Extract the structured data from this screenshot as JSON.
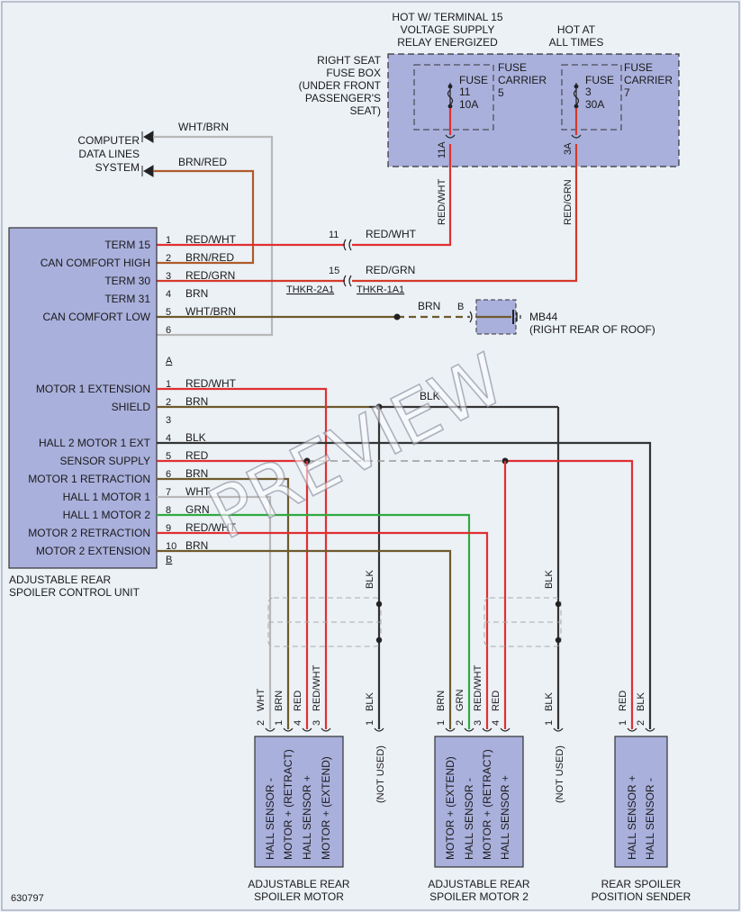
{
  "figure_id": "630797",
  "watermark": "PREVIEW",
  "colors": {
    "background": "#ecf1f6",
    "module_fill": "#a9b0dc",
    "border": "#333333",
    "red": "#e03030",
    "red_wht": "#e03030",
    "brn": "#6e5a2c",
    "brn_red": "#b05a2a",
    "blk": "#333333",
    "wht": "#b8b8b8",
    "grn": "#2faa40",
    "red_grn": "#d23a2a"
  },
  "fuse_box": {
    "header_left": [
      "HOT W/ TERMINAL 15",
      "VOLTAGE SUPPLY",
      "RELAY ENERGIZED"
    ],
    "header_right": [
      "HOT AT",
      "ALL TIMES"
    ],
    "location": [
      "RIGHT SEAT",
      "FUSE BOX",
      "(UNDER FRONT",
      "PASSENGER'S",
      "SEAT)"
    ],
    "fuse1": {
      "label": "FUSE",
      "number": "11",
      "rating": "10A",
      "carrier_label": [
        "FUSE",
        "CARRIER"
      ],
      "carrier_num": "5",
      "terminal": "11A"
    },
    "fuse2": {
      "label": "FUSE",
      "number": "3",
      "rating": "30A",
      "carrier_label": [
        "FUSE",
        "CARRIER"
      ],
      "carrier_num": "7",
      "terminal": "3A"
    }
  },
  "data_lines": {
    "label": [
      "COMPUTER",
      "DATA LINES",
      "SYSTEM"
    ],
    "wire1": "WHT/BRN",
    "wire2": "BRN/RED"
  },
  "vertical_wires": {
    "fuse1": "RED/WHT",
    "fuse2": "RED/GRN"
  },
  "connectors": {
    "c1": {
      "pin": "11",
      "wire": "RED/WHT"
    },
    "c2": {
      "pin": "15",
      "wire": "RED/GRN"
    },
    "left_label": "THKR-2A1",
    "right_label": "THKR-1A1"
  },
  "ground": {
    "wire": "BRN",
    "pin": "B",
    "name": "MB44",
    "location": "(RIGHT REAR OF ROOF)"
  },
  "control_unit": {
    "name": [
      "ADJUSTABLE REAR",
      "SPOILER CONTROL UNIT"
    ],
    "connector_a": "A",
    "connector_b": "B",
    "group_a": [
      {
        "pin": "1",
        "label": "TERM 15",
        "wire": "RED/WHT"
      },
      {
        "pin": "2",
        "label": "CAN COMFORT HIGH",
        "wire": "BRN/RED"
      },
      {
        "pin": "3",
        "label": "TERM 30",
        "wire": "RED/GRN"
      },
      {
        "pin": "4",
        "label": "TERM 31",
        "wire": "BRN"
      },
      {
        "pin": "5",
        "label": "CAN COMFORT LOW",
        "wire": "WHT/BRN"
      },
      {
        "pin": "6",
        "label": "",
        "wire": ""
      }
    ],
    "group_b": [
      {
        "pin": "1",
        "label": "MOTOR 1 EXTENSION",
        "wire": "RED/WHT"
      },
      {
        "pin": "2",
        "label": "SHIELD",
        "wire": "BRN"
      },
      {
        "pin": "3",
        "label": "",
        "wire": ""
      },
      {
        "pin": "4",
        "label": "HALL 2 MOTOR 1 EXT",
        "wire": "BLK"
      },
      {
        "pin": "5",
        "label": "SENSOR SUPPLY",
        "wire": "RED"
      },
      {
        "pin": "6",
        "label": "MOTOR 1 RETRACTION",
        "wire": "BRN"
      },
      {
        "pin": "7",
        "label": "HALL 1 MOTOR 1",
        "wire": "WHT"
      },
      {
        "pin": "8",
        "label": "HALL 1 MOTOR 2",
        "wire": "GRN"
      },
      {
        "pin": "9",
        "label": "MOTOR 2 RETRACTION",
        "wire": "RED/WHT"
      },
      {
        "pin": "10",
        "label": "MOTOR 2 EXTENSION",
        "wire": "BRN"
      }
    ]
  },
  "shield_wire": "BLK",
  "shield_drops": [
    "BLK",
    "BLK"
  ],
  "motor1": {
    "name": [
      "ADJUSTABLE REAR",
      "SPOILER MOTOR"
    ],
    "pins": [
      {
        "pin": "2",
        "wire": "WHT",
        "label": "HALL SENSOR -"
      },
      {
        "pin": "1",
        "wire": "BRN",
        "label": "MOTOR + (RETRACT)"
      },
      {
        "pin": "4",
        "wire": "RED",
        "label": "HALL SENSOR +"
      },
      {
        "pin": "3",
        "wire": "RED/WHT",
        "label": "MOTOR + (EXTEND)"
      }
    ],
    "unused": {
      "pin": "1",
      "wire": "BLK",
      "label": "(NOT USED)"
    }
  },
  "motor2": {
    "name": [
      "ADJUSTABLE REAR",
      "SPOILER MOTOR 2"
    ],
    "pins": [
      {
        "pin": "1",
        "wire": "BRN",
        "label": "MOTOR + (EXTEND)"
      },
      {
        "pin": "2",
        "wire": "GRN",
        "label": "HALL SENSOR -"
      },
      {
        "pin": "3",
        "wire": "RED/WHT",
        "label": "MOTOR + (RETRACT)"
      },
      {
        "pin": "4",
        "wire": "RED",
        "label": "HALL SENSOR +"
      }
    ],
    "unused": {
      "pin": "1",
      "wire": "BLK",
      "label": "(NOT USED)"
    }
  },
  "sender": {
    "name": [
      "REAR SPOILER",
      "POSITION SENDER"
    ],
    "pins": [
      {
        "pin": "1",
        "wire": "RED",
        "label": "HALL SENSOR +"
      },
      {
        "pin": "2",
        "wire": "BLK",
        "label": "HALL SENSOR -"
      }
    ]
  }
}
